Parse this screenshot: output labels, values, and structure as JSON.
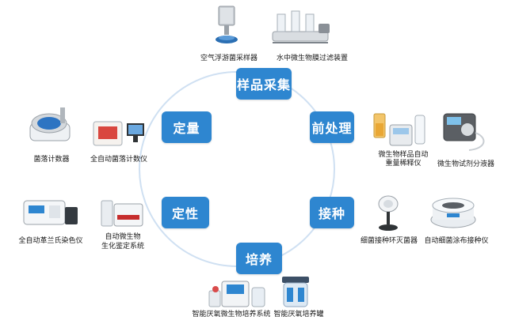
{
  "colors": {
    "accent": "#2e86d0",
    "circle": "#cfe0f2"
  },
  "steps": {
    "sampling": "样品采集",
    "pretreatment": "前处理",
    "inoculation": "接种",
    "culture": "培养",
    "qualitative": "定性",
    "quantitative": "定量"
  },
  "devices": {
    "air_sampler": "空气浮游菌采样器",
    "membrane_filter": "水中微生物膜过滤装置",
    "auto_diluter": "微生物样品自动重量稀释仪",
    "auto_diluter_line1": "微生物样品自动",
    "auto_diluter_line2": "重量稀释仪",
    "reagent_dispenser": "微生物试剂分液器",
    "loop_sterilizer": "细菌接种环灭菌器",
    "spiral_plater": "自动细菌涂布接种仪",
    "anaerobic_system": "智能厌氧微生物培养系统",
    "anaerobic_jar": "智能厌氧培养罐",
    "gram_stainer": "全自动革兰氏染色仪",
    "biochem_identifier": "自动微生物生化鉴定系统",
    "biochem_line1": "自动微生物",
    "biochem_line2": "生化鉴定系统",
    "colony_counter": "菌落计数器",
    "auto_colony_counter": "全自动菌落计数仪"
  }
}
